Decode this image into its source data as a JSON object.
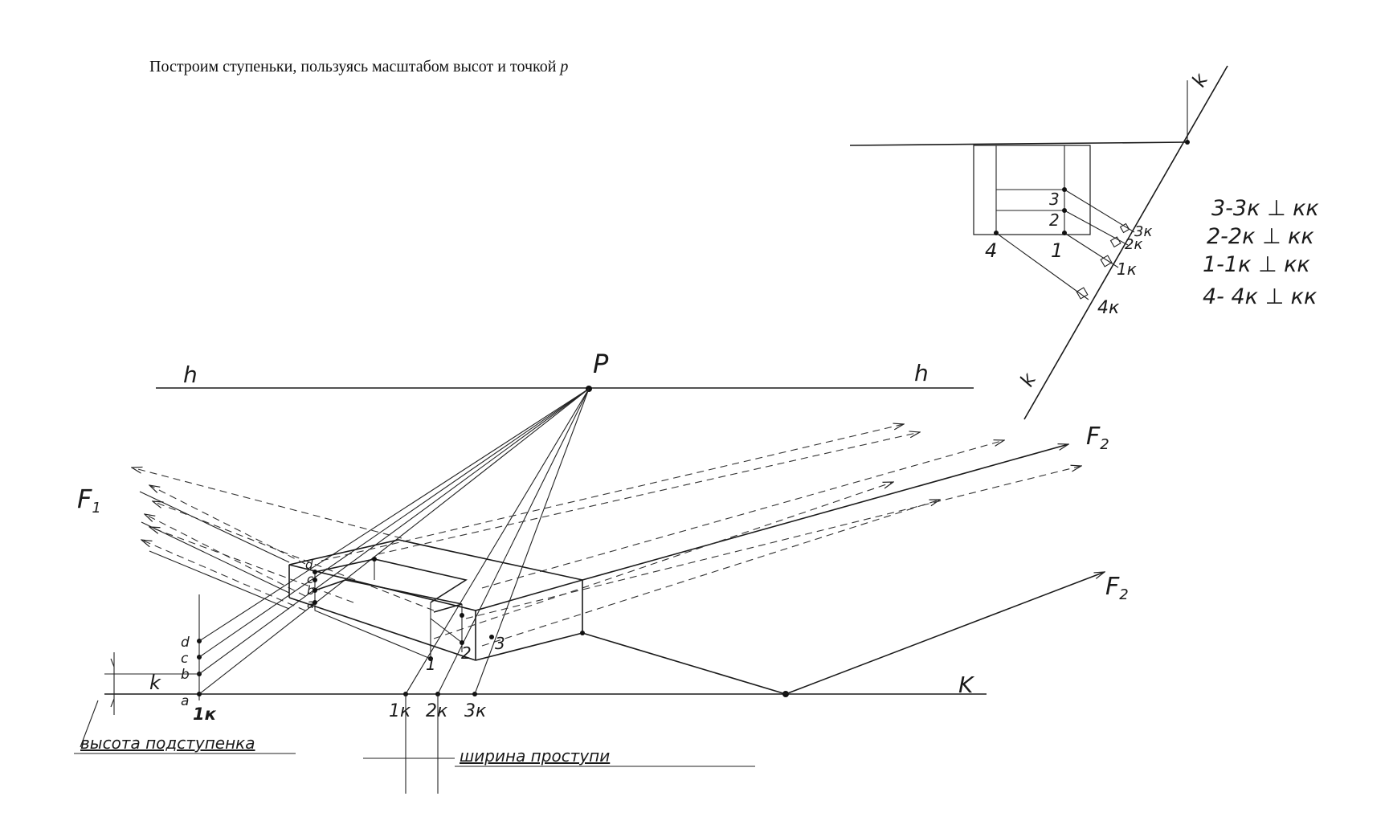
{
  "caption": {
    "text": "Построим ступеньки, пользуясь масштабом высот и точкой",
    "var": "p"
  },
  "labels": {
    "h_left": "h",
    "h_right": "h",
    "P": "P",
    "F1": "F",
    "F1_sub": "1",
    "F2_top": "F",
    "F2_top_sub": "2",
    "F2_bottom": "F",
    "F2_bottom_sub": "2",
    "K_bottom": "K",
    "k_small": "k",
    "scale_d": "d",
    "scale_c": "c",
    "scale_b": "b",
    "scale_a": "a",
    "one_k_scale": "1к",
    "base_1k": "1к",
    "base_2k": "2к",
    "base_3k": "3к",
    "step_1": "1",
    "step_2": "2",
    "step_3": "3",
    "box_d": "d",
    "box_c": "c",
    "box_b": "b",
    "box_a": "a",
    "riser_height": "высота подступенка",
    "tread_width": "ширина проступи",
    "plan_k_top": "k",
    "plan_k_bottom": "k",
    "plan_1": "1",
    "plan_2": "2",
    "plan_3": "3",
    "plan_4": "4",
    "plan_1k": "1к",
    "plan_2k": "2к",
    "plan_3k": "3к",
    "plan_4k": "4к"
  },
  "notes": [
    "3-3к ⊥ кк",
    "2-2к ⊥ кк",
    "1-1к ⊥ кк",
    "4- 4к ⊥ кк"
  ]
}
